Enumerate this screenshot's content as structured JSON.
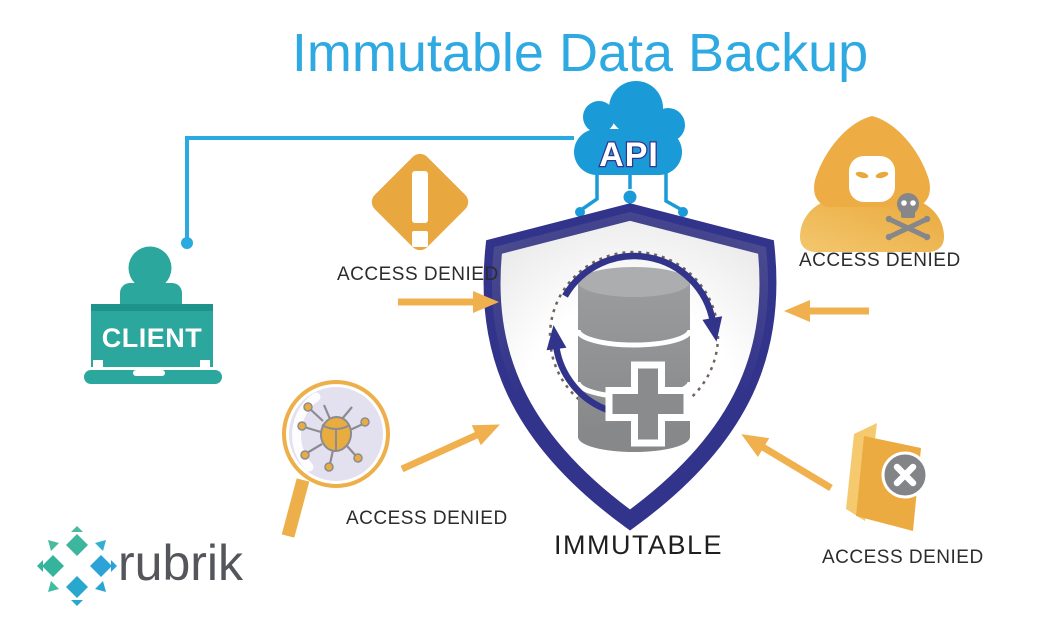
{
  "title": "Immutable Data Backup",
  "api": {
    "label": "API"
  },
  "client": {
    "label": "CLIENT"
  },
  "shield": {
    "caption": "IMMUTABLE"
  },
  "threats": {
    "alert": {
      "label": "ACCESS DENIED"
    },
    "hacker": {
      "label": "ACCESS DENIED"
    },
    "malware": {
      "label": "ACCESS DENIED"
    },
    "deletion": {
      "label": "ACCESS DENIED"
    }
  },
  "logo": {
    "wordmark": "rubrik"
  },
  "colors": {
    "title_blue": "#2EA9E1",
    "api_blue": "#1A9BD7",
    "connector_blue": "#2BA9E1",
    "shield_navy": "#32338B",
    "client_teal": "#2BA79E",
    "threat_amber": "#E9A740",
    "arrow_amber": "#F0B04E",
    "database_gray": "#8F9091",
    "skull_gray": "#85878B",
    "lens_lavender": "#E3E1F0",
    "label_dark": "#2C2C2C"
  }
}
